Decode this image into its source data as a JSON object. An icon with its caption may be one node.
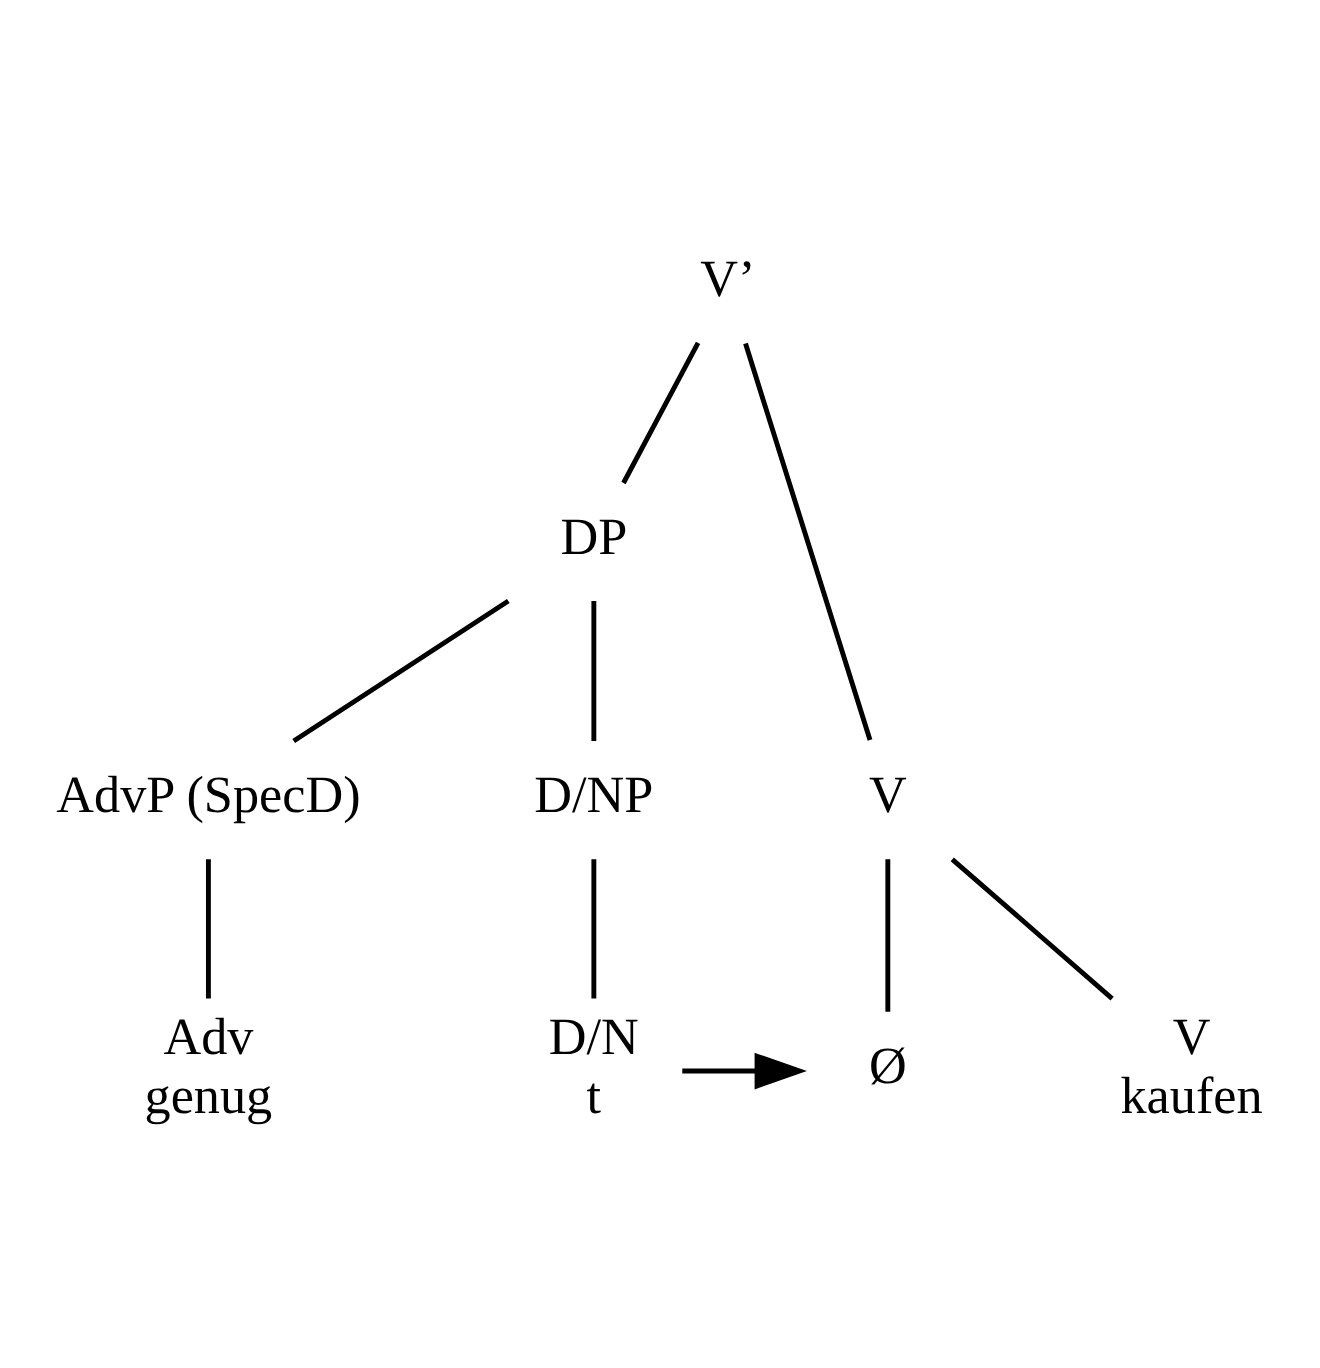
{
  "diagram": {
    "nodes": [
      {
        "text": [
          "V’"
        ]
      },
      {
        "text": [
          "DP"
        ]
      },
      {
        "text": [
          "AdvP (SpecD)"
        ]
      },
      {
        "text": [
          "D/NP"
        ]
      },
      {
        "text": [
          "V"
        ]
      },
      {
        "text": [
          "Adv",
          "genug"
        ]
      },
      {
        "text": [
          "D/N",
          "t"
        ]
      },
      {
        "text": [
          "Ø"
        ]
      },
      {
        "text": [
          "V",
          "kaufen"
        ]
      }
    ],
    "edges": [
      {
        "from": 0,
        "to": 1,
        "arrow": "none"
      },
      {
        "from": 0,
        "to": 4,
        "arrow": "none"
      },
      {
        "from": 1,
        "to": 2,
        "arrow": "none"
      },
      {
        "from": 1,
        "to": 3,
        "arrow": "none"
      },
      {
        "from": 2,
        "to": 5,
        "arrow": "none"
      },
      {
        "from": 3,
        "to": 6,
        "arrow": "none"
      },
      {
        "from": 4,
        "to": 7,
        "arrow": "none"
      },
      {
        "from": 4,
        "to": 8,
        "arrow": "none"
      },
      {
        "from": 6,
        "to": 7,
        "arrow": "to"
      }
    ]
  }
}
